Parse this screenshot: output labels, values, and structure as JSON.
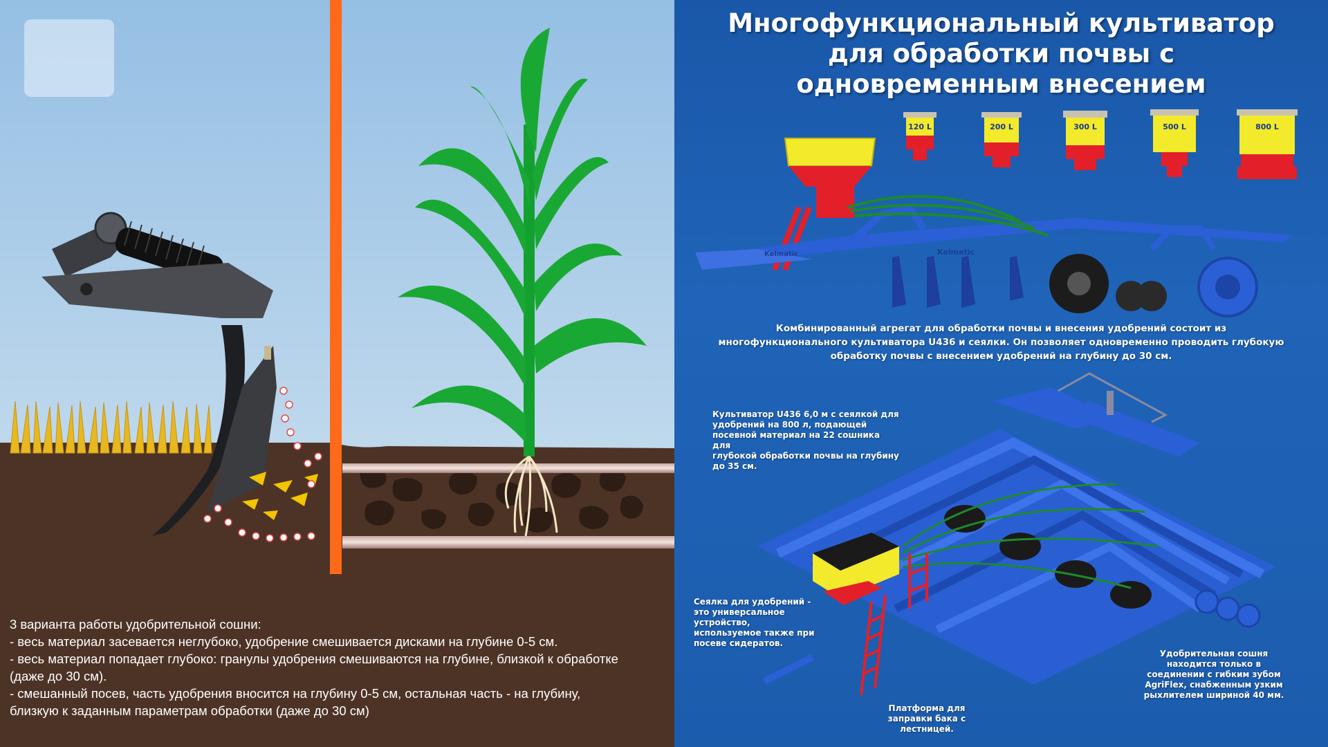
{
  "title_lines": [
    "Многофункциональный культиватор",
    "для обработки почвы с",
    "одновременным внесением"
  ],
  "hoppers": [
    "120 L",
    "200 L",
    "300 L",
    "500 L",
    "800 L"
  ],
  "description_lines": [
    "Комбинированный агрегат для обработки почвы и внесения удобрений состоит из",
    "многофункционального культиватора U436 и сеялки. Он позволяет одновременно проводить глубокую",
    "обработку почвы с внесением удобрений на глубину до 30 см."
  ],
  "callouts": {
    "cultivator": [
      "Культиватор U436 6,0 м с сеялкой для",
      "удобрений на 800 л, подающей",
      "посевной материал на 22 сошника для",
      "глубокой обработки почвы на глубину",
      "до 35 см."
    ],
    "seeder": [
      "Сеялка для удобрений -",
      "это универсальное",
      "устройство,",
      "используемое также при",
      "посеве сидератов."
    ],
    "platform": [
      "Платформа для",
      "заправки бака с",
      "лестницей."
    ],
    "coulter": [
      "Удобрительная сошня",
      "находится только в",
      "соединении с гибким зубом",
      "AgriFlex, снабженным узким",
      "рыхлителем шириной 40 мм."
    ]
  },
  "brand": "Kelmatic",
  "variants_lines": [
    "3 варианта работы удобрительной сошни:",
    "- весь материал засевается неглубоко, удобрение смешивается дисками на глубине 0-5 см.",
    "- весь материал попадает глубоко: гранулы удобрения смешиваются на глубине, близкой к обработке",
    "(даже до 30 см).",
    "- смешанный посев, часть удобрения вносится на глубину 0-5 см, остальная часть - на глубину,",
    "близкую к заданным параметрам обработки (даже до 30 см)"
  ],
  "colors": {
    "sky_top": "#9cc4e6",
    "soil": "#4a3225",
    "divider": "#ff6a1a",
    "machine_blue": "#2b5fd6",
    "hopper_yellow": "#f2ea2a",
    "hopper_red": "#e3202a",
    "plant_green": "#1aa834"
  }
}
